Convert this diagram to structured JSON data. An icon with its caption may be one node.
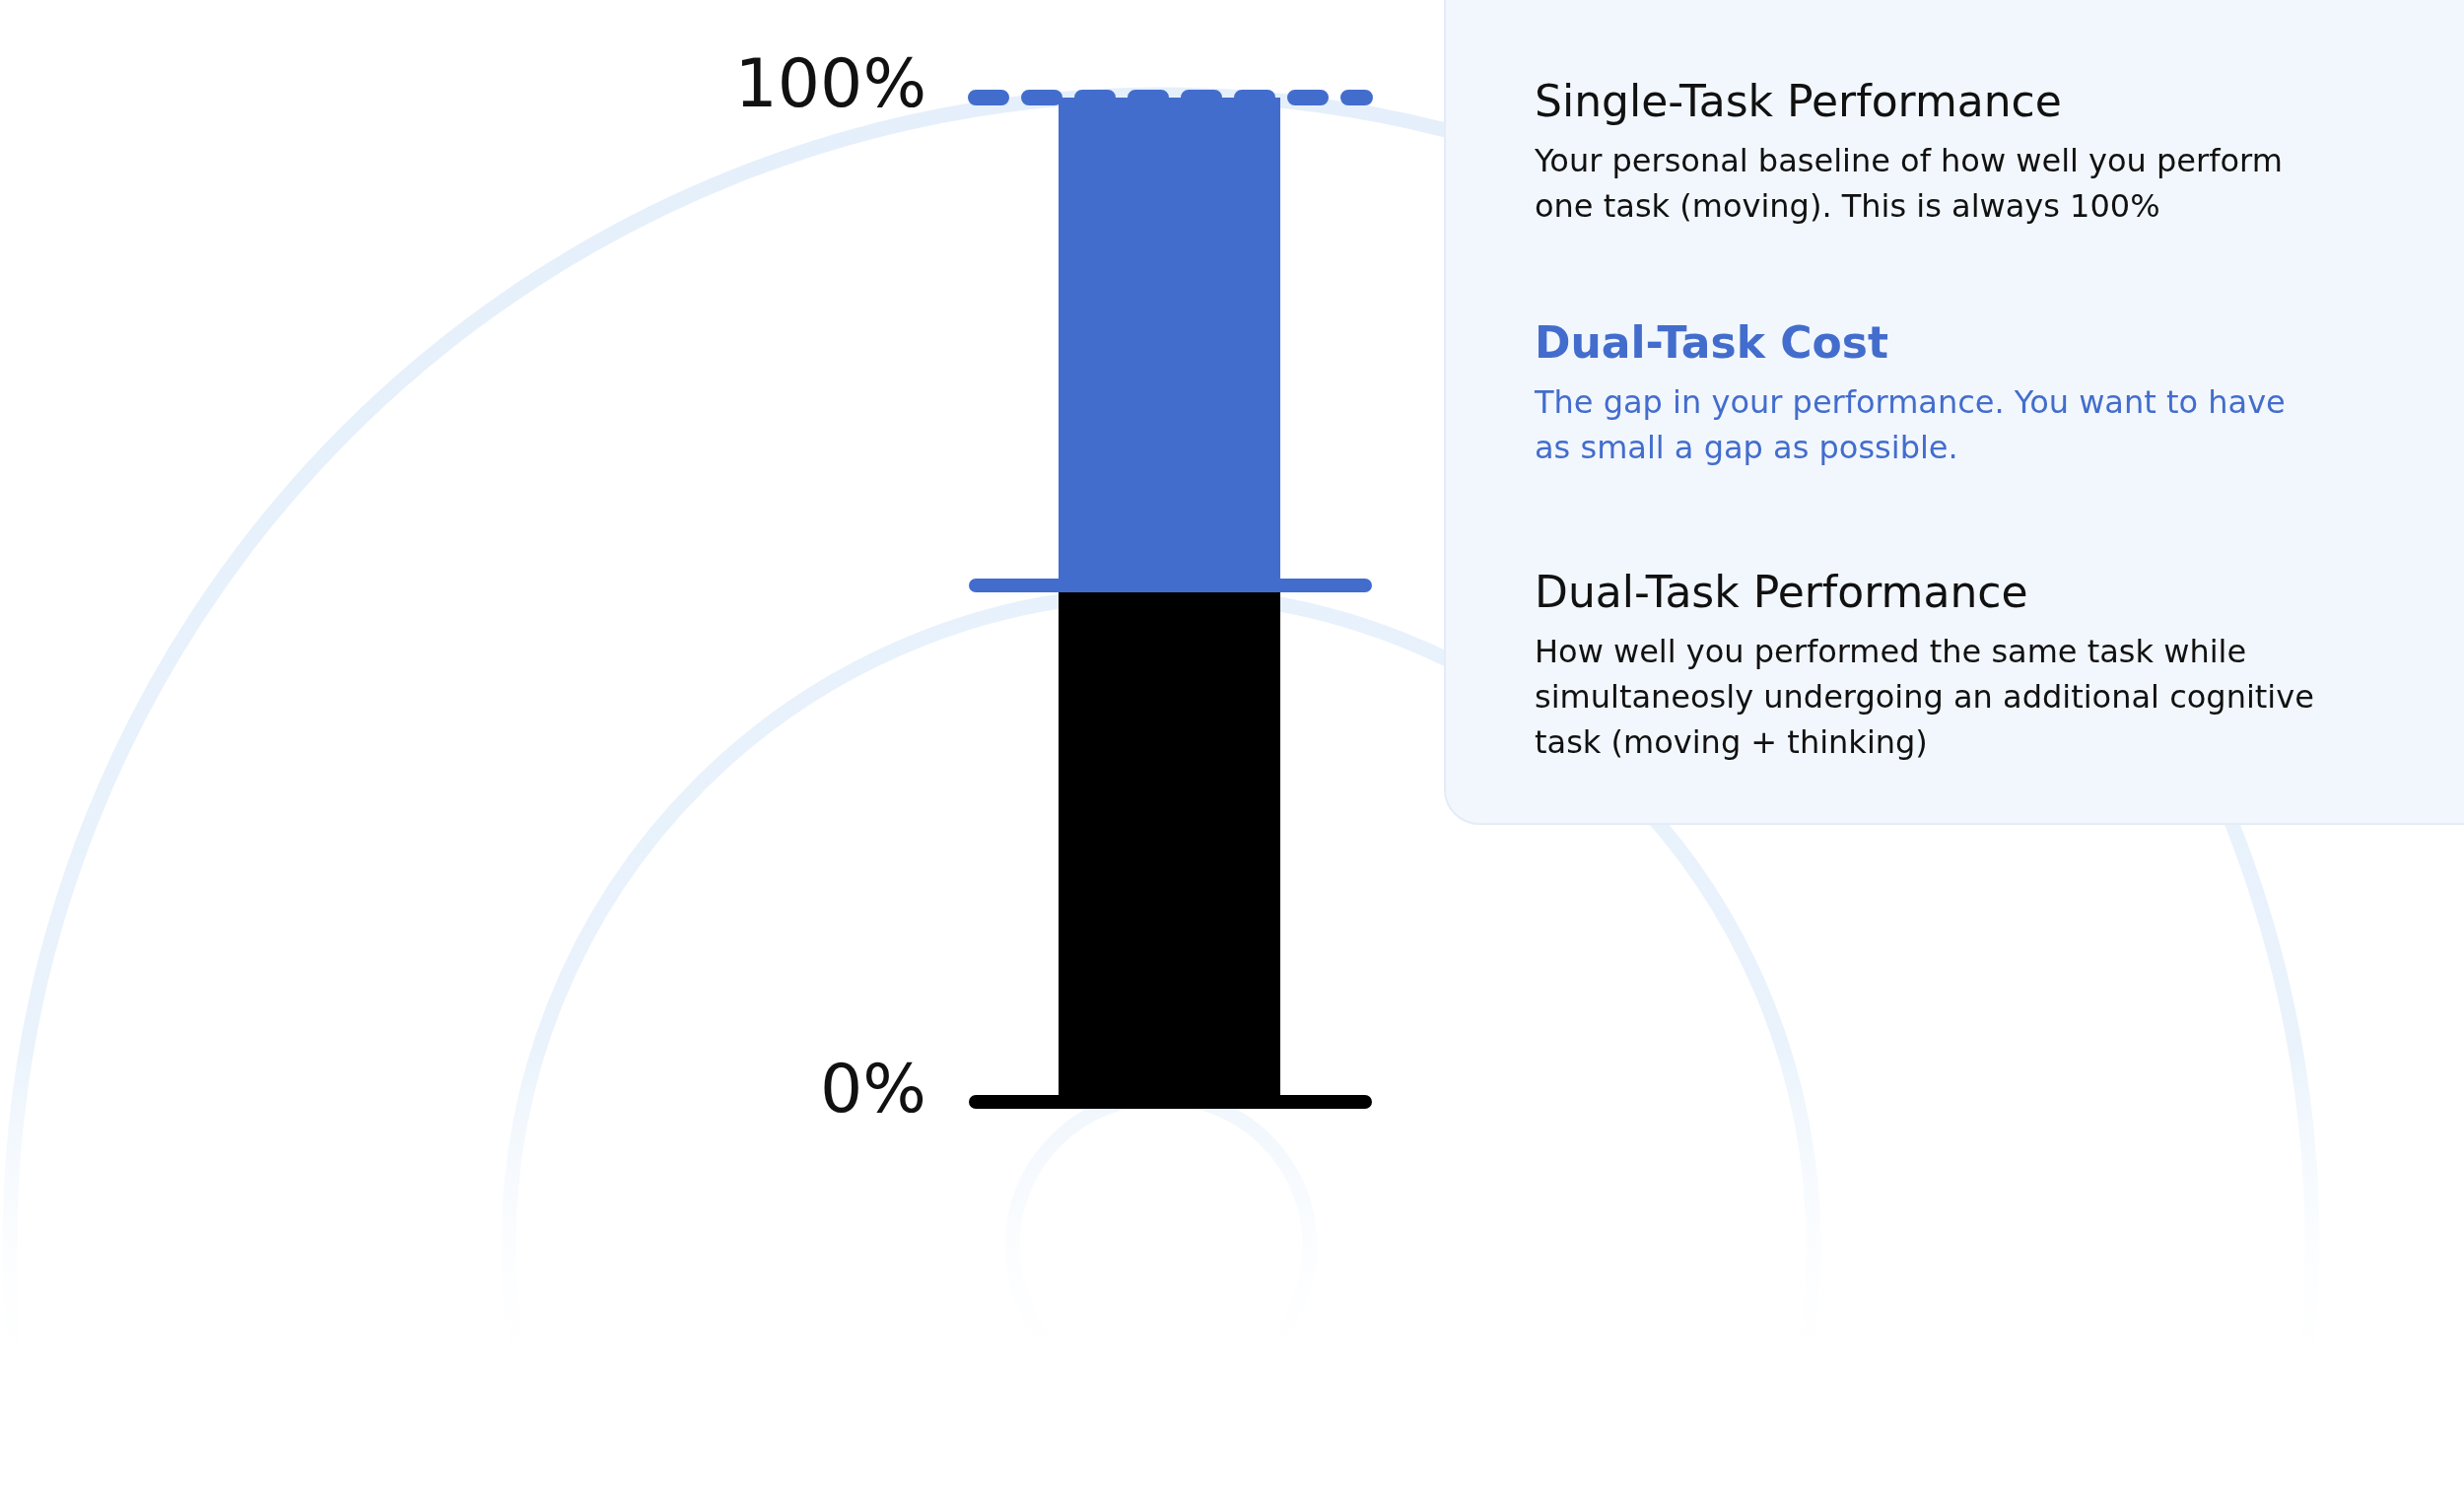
{
  "diagram": {
    "nodes": [
      {
        "text": [],
        "shape": "box"
      },
      {
        "text": [
          "Single-Task Performance",
          "Your personal baseline of how well you perform one task (moving). This is always 100%"
        ],
        "in": 0
      },
      {
        "text": [
          "Dual-Task Cost",
          "The gap in your performance. You want to have as small a gap as possible."
        ],
        "in": 0
      },
      {
        "text": [
          "Dual-Task Performance",
          "How well you performed the same task while simultaneosly undergoing an additional cognitive task (moving + thinking)"
        ],
        "in": 0
      }
    ],
    "labels": [
      "100%",
      "0%"
    ]
  }
}
